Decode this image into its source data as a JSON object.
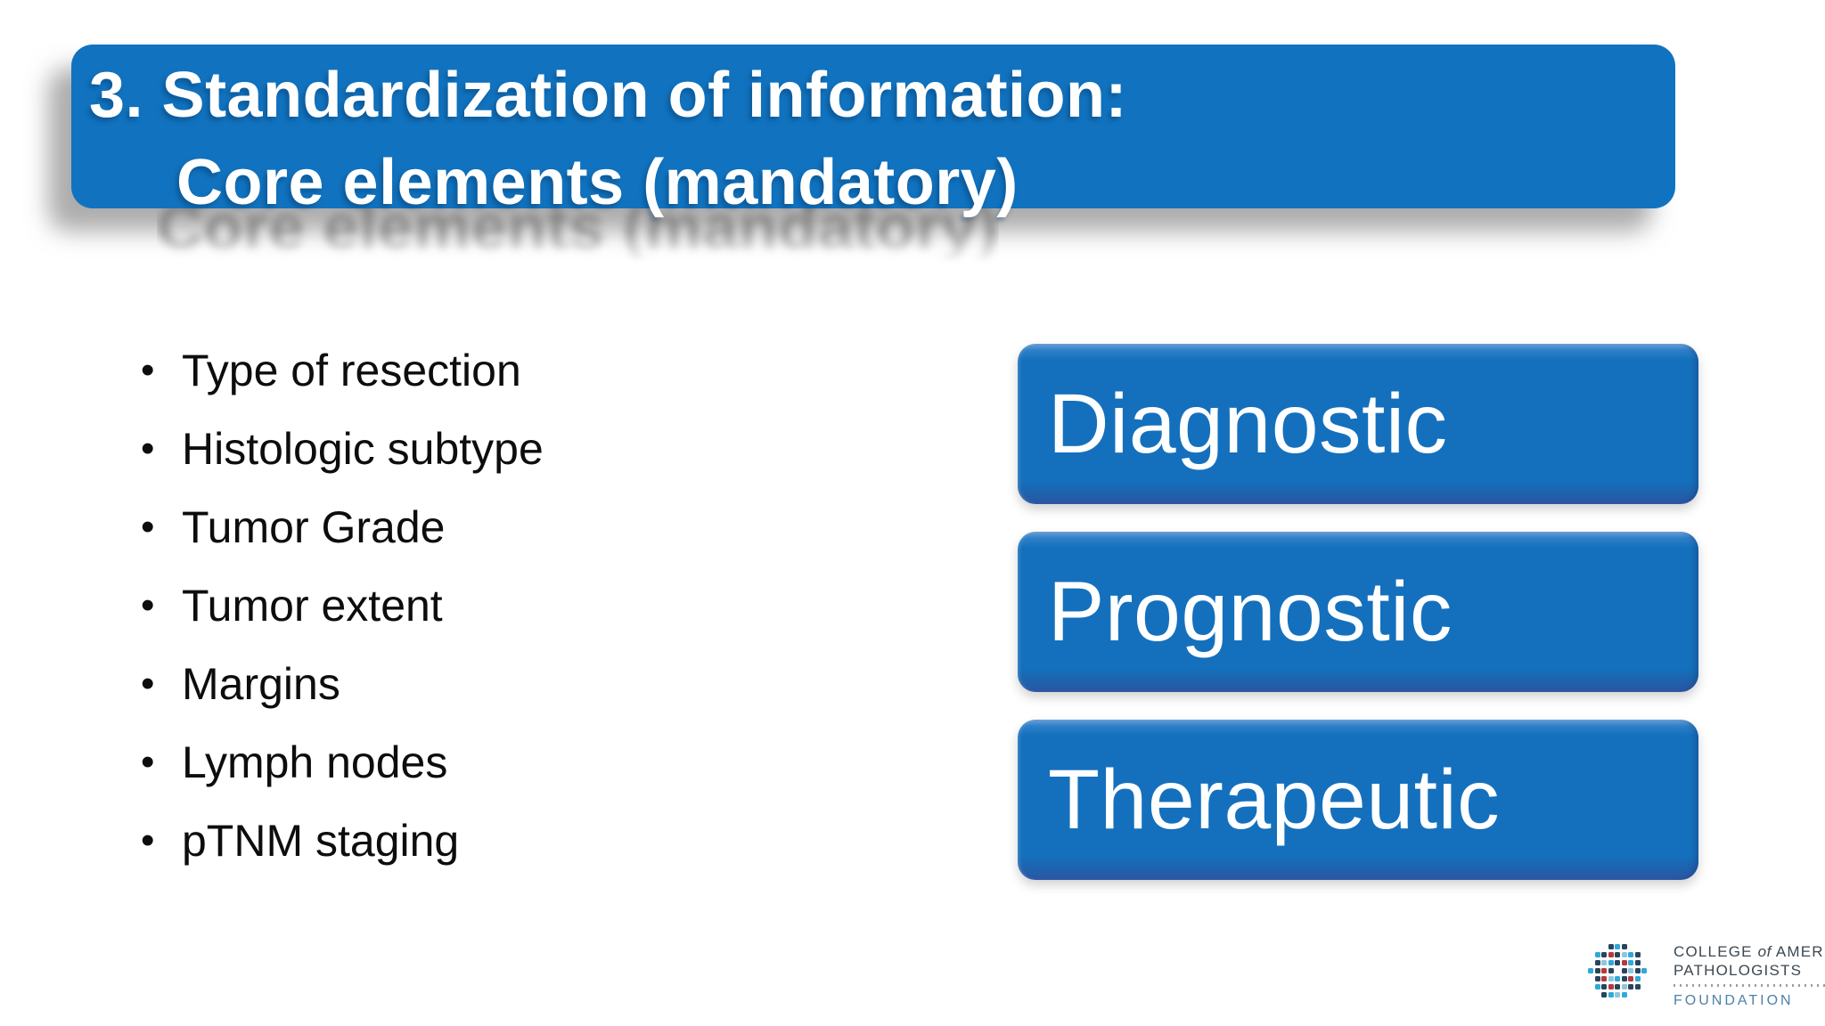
{
  "slide": {
    "title": {
      "line1": "3. Standardization of information:",
      "line2": "Core elements (mandatory)"
    },
    "bullets": [
      "Type of resection",
      "Histologic subtype",
      "Tumor Grade",
      "Tumor extent",
      "Margins",
      "Lymph nodes",
      "pTNM staging"
    ],
    "boxes": [
      "Diagnostic",
      "Prognostic",
      "Therapeutic"
    ],
    "logo": {
      "college": "COLLEGE",
      "of": "of",
      "american": "AMERICAN",
      "pathologists": "PATHOLOGISTS",
      "foundation": "FOUNDATION"
    },
    "colors": {
      "title_bar_blue": "#1173BF",
      "box_blue": "#1470BD",
      "box_bevel_top": "#6EA3DA",
      "box_bevel_bottom": "#2D56A3",
      "text_on_blue": "#FFFFFF",
      "body_text": "#0D0D0D",
      "shadow_gray": "#696969",
      "logo_navy": "#28445E",
      "logo_teal": "#2FA9D8",
      "logo_red": "#B23A3E",
      "logo_text": "#3C4852",
      "foundation_blue": "#4E81A8"
    }
  }
}
